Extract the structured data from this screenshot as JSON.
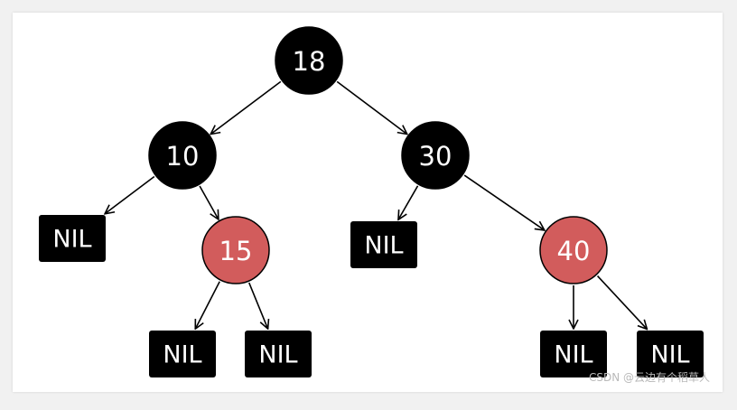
{
  "colors": {
    "black_node": "#000000",
    "red_node": "#d25c5c",
    "nil_box": "#000000",
    "edge": "#000000"
  },
  "tree": {
    "nodes": [
      {
        "id": "n18",
        "label": "18",
        "type": "black"
      },
      {
        "id": "n10",
        "label": "10",
        "type": "black"
      },
      {
        "id": "n30",
        "label": "30",
        "type": "black"
      },
      {
        "id": "n15",
        "label": "15",
        "type": "red"
      },
      {
        "id": "n40",
        "label": "40",
        "type": "red"
      },
      {
        "id": "nil1",
        "label": "NIL",
        "type": "nil"
      },
      {
        "id": "nil2",
        "label": "NIL",
        "type": "nil"
      },
      {
        "id": "nil3",
        "label": "NIL",
        "type": "nil"
      },
      {
        "id": "nil4",
        "label": "NIL",
        "type": "nil"
      },
      {
        "id": "nil5",
        "label": "NIL",
        "type": "nil"
      },
      {
        "id": "nil6",
        "label": "NIL",
        "type": "nil"
      }
    ],
    "edges": [
      {
        "from": "n18",
        "to": "n10"
      },
      {
        "from": "n18",
        "to": "n30"
      },
      {
        "from": "n10",
        "to": "nil1"
      },
      {
        "from": "n10",
        "to": "n15"
      },
      {
        "from": "n15",
        "to": "nil2"
      },
      {
        "from": "n15",
        "to": "nil3"
      },
      {
        "from": "n30",
        "to": "nil4"
      },
      {
        "from": "n30",
        "to": "n40"
      },
      {
        "from": "n40",
        "to": "nil5"
      },
      {
        "from": "n40",
        "to": "nil6"
      }
    ]
  },
  "watermark": "CSDN @云边有个稻草人"
}
